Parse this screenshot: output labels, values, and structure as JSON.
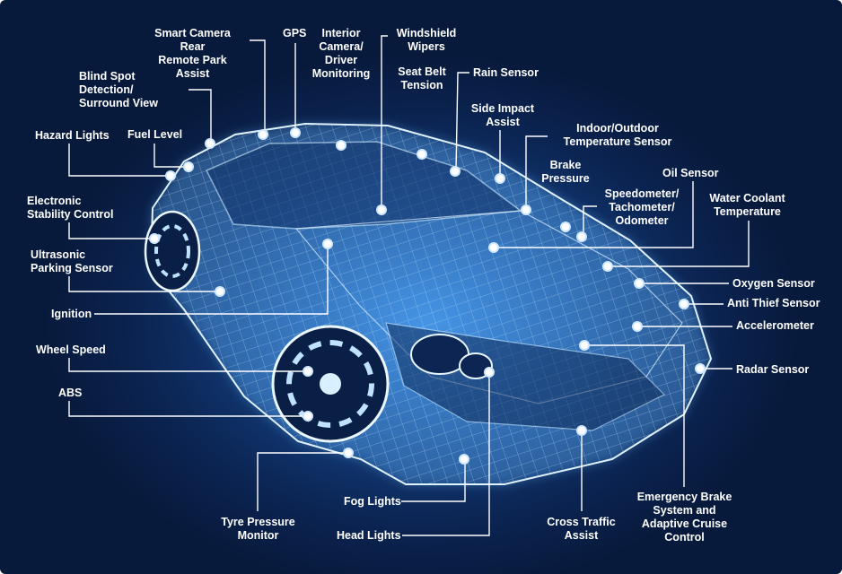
{
  "title": "Car sensors diagram",
  "accent_color": "#cfe8ff",
  "labels": [
    {
      "id": "smart-camera",
      "text": "Smart Camera Rear\nRemote Park Assist"
    },
    {
      "id": "gps",
      "text": "GPS"
    },
    {
      "id": "interior-camera",
      "text": "Interior\nCamera/\nDriver\nMonitoring"
    },
    {
      "id": "windshield-wipers",
      "text": "Windshield\nWipers"
    },
    {
      "id": "seat-belt",
      "text": "Seat Belt\nTension"
    },
    {
      "id": "rain-sensor",
      "text": "Rain Sensor"
    },
    {
      "id": "side-impact",
      "text": "Side Impact\nAssist"
    },
    {
      "id": "temperature-sensor",
      "text": "Indoor/Outdoor\nTemperature Sensor"
    },
    {
      "id": "brake-pressure",
      "text": "Brake\nPressure"
    },
    {
      "id": "speedometer",
      "text": "Speedometer/\nTachometer/\nOdometer"
    },
    {
      "id": "oil-sensor",
      "text": "Oil Sensor"
    },
    {
      "id": "water-coolant",
      "text": "Water Coolant\nTemperature"
    },
    {
      "id": "oxygen-sensor",
      "text": "Oxygen Sensor"
    },
    {
      "id": "anti-thief",
      "text": "Anti Thief Sensor"
    },
    {
      "id": "accelerometer",
      "text": "Accelerometer"
    },
    {
      "id": "radar-sensor",
      "text": "Radar Sensor"
    },
    {
      "id": "emergency-brake",
      "text": "Emergency Brake\nSystem and\nAdaptive Cruise\nControl"
    },
    {
      "id": "cross-traffic",
      "text": "Cross Traffic\nAssist"
    },
    {
      "id": "head-lights",
      "text": "Head Lights"
    },
    {
      "id": "fog-lights",
      "text": "Fog Lights"
    },
    {
      "id": "tyre-pressure",
      "text": "Tyre Pressure\nMonitor"
    },
    {
      "id": "abs",
      "text": "ABS"
    },
    {
      "id": "wheel-speed",
      "text": "Wheel Speed"
    },
    {
      "id": "ignition",
      "text": "Ignition"
    },
    {
      "id": "ultrasonic",
      "text": "Ultrasonic\nParking Sensor"
    },
    {
      "id": "esc",
      "text": "Electronic\nStability Control"
    },
    {
      "id": "hazard-lights",
      "text": "Hazard Lights"
    },
    {
      "id": "fuel-level",
      "text": "Fuel Level"
    },
    {
      "id": "blind-spot",
      "text": "Blind Spot Detection/\nSurround View"
    }
  ]
}
